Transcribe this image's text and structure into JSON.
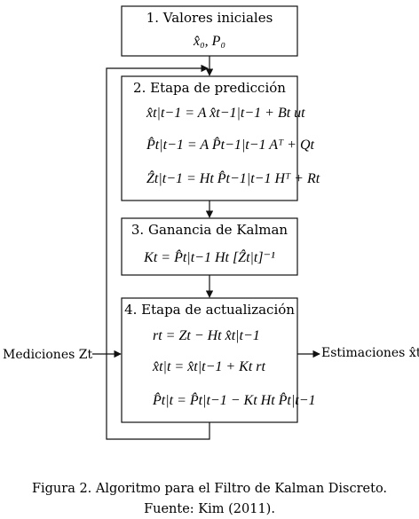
{
  "boxes": {
    "b1": {
      "title": "1. Valores iniciales",
      "eq1": "x̂₀, P₀"
    },
    "b2": {
      "title": "2. Etapa de predicción",
      "eq1": "x̂t|t−1 = A x̂t−1|t−1 + Bt ut",
      "eq2": "P̂t|t−1 = A P̂t−1|t−1 Aᵀ + Qt",
      "eq3": "Ẑt|t−1 = Ht P̂t−1|t−1 Hᵀ + Rt"
    },
    "b3": {
      "title": "3. Ganancia de Kalman",
      "eq1": "Kt = P̂t|t−1 Ht [Ẑt|t]⁻¹"
    },
    "b4": {
      "title": "4. Etapa de actualización",
      "eq1": "rt = Zt − Ht x̂t|t−1",
      "eq2": "x̂t|t = x̂t|t−1 + Kt rt",
      "eq3": "P̂t|t = P̂t|t−1 − Kt Ht P̂t|t−1"
    }
  },
  "labels": {
    "input": "Mediciones Zt",
    "output": "Estimaciones x̂t"
  },
  "caption": {
    "line1": "Figura 2. Algoritmo para el Filtro de Kalman Discreto.",
    "line2": "Fuente: Kim (2011)."
  }
}
